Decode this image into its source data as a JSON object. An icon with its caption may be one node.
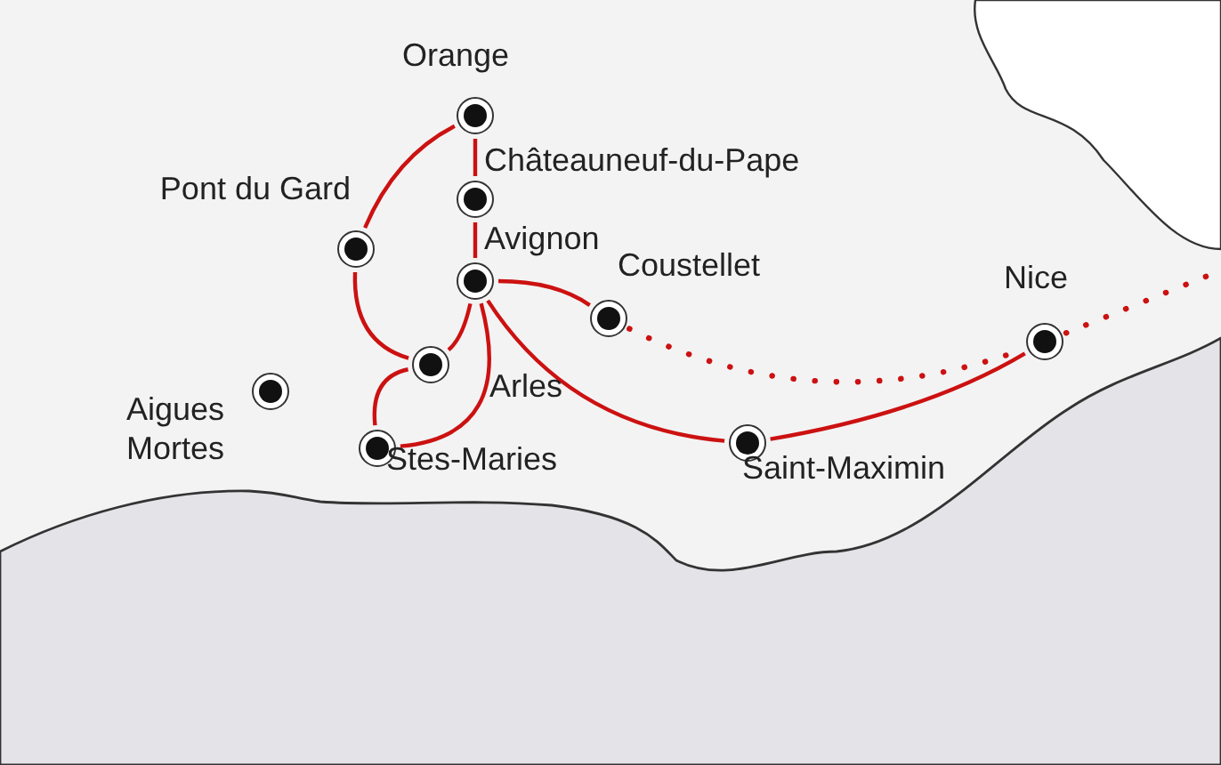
{
  "diagram": {
    "nodes": [
      {
        "text": [],
        "shape": "circle",
        "beside": [
          "Orange"
        ]
      },
      {
        "text": [],
        "shape": "circle",
        "beside": [
          "Châteauneuf-du-Pape"
        ]
      },
      {
        "text": [],
        "shape": "circle",
        "beside": [
          "Pont du Gard"
        ]
      },
      {
        "text": [],
        "shape": "circle",
        "beside": [
          "Avignon"
        ]
      },
      {
        "text": [],
        "shape": "circle",
        "beside": [
          "Coustellet"
        ]
      },
      {
        "text": [],
        "shape": "circle",
        "beside": [
          "Nice"
        ]
      },
      {
        "text": [],
        "shape": "circle",
        "beside": [
          "Arles"
        ]
      },
      {
        "text": [],
        "shape": "circle",
        "beside": [
          "Aigues Mortes"
        ]
      },
      {
        "text": [],
        "shape": "circle",
        "beside": [
          "Stes-Maries"
        ]
      },
      {
        "text": [],
        "shape": "circle",
        "beside": [
          "Saint-Maximin"
        ]
      }
    ],
    "edges": [
      {
        "from": 0,
        "to": 1,
        "arrow": "none"
      },
      {
        "from": 0,
        "to": 2,
        "arrow": "none"
      },
      {
        "from": 1,
        "to": 3,
        "arrow": "none"
      },
      {
        "from": 2,
        "to": 6,
        "arrow": "none"
      },
      {
        "from": 3,
        "to": 4,
        "arrow": "none"
      },
      {
        "from": 3,
        "to": 6,
        "arrow": "none"
      },
      {
        "from": 3,
        "to": 8,
        "arrow": "none"
      },
      {
        "from": 3,
        "to": 9,
        "arrow": "none"
      },
      {
        "from": 6,
        "to": 8,
        "arrow": "none"
      },
      {
        "from": 9,
        "to": 5,
        "arrow": "none"
      },
      {
        "from": 4,
        "to": 5,
        "arrow": "none",
        "style": "dashed"
      },
      {
        "from": 5,
        "to": null,
        "arrow": "none",
        "style": "dashed"
      }
    ]
  }
}
